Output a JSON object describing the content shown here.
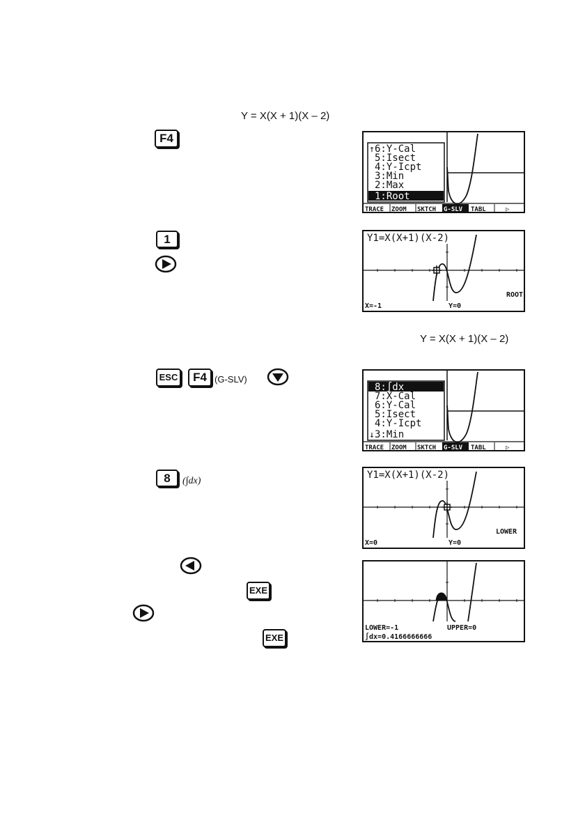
{
  "step1": {
    "equation": "Y = X(X + 1)(X – 2)",
    "key_f4": "F4",
    "key_1": "1",
    "screen_menu": {
      "items": [
        "6:Y-Cal",
        "5:Isect",
        "4:Y-Icpt",
        "3:Min",
        "2:Max",
        "1:Root"
      ],
      "selected": "1:Root",
      "up_arrow": "↑",
      "func_bar": [
        "TRACE",
        "ZOOM",
        "SKTCH",
        "G-SLV",
        "TABL",
        "▷"
      ]
    },
    "screen_root": {
      "formula": "Y1=X(X+1)(X-2)",
      "x_readout": "X=-1",
      "y_readout": "Y=0",
      "mode_label": "ROOT"
    }
  },
  "step2": {
    "equation": "Y = X(X + 1)(X – 2)",
    "key_esc": "ESC",
    "key_f4": "F4",
    "g_slv_note": "(G-SLV)",
    "key_8": "8",
    "integral_note": "(∫dx)",
    "key_exe_1": "EXE",
    "key_exe_2": "EXE",
    "screen_menu": {
      "items": [
        "8:∫dx",
        "7:X-Cal",
        "6:Y-Cal",
        "5:Isect",
        "4:Y-Icpt",
        "3:Min"
      ],
      "selected": "8:∫dx",
      "down_arrow": "↓",
      "func_bar": [
        "TRACE",
        "ZOOM",
        "SKTCH",
        "G-SLV",
        "TABL",
        "▷"
      ]
    },
    "screen_lower": {
      "formula": "Y1=X(X+1)(X-2)",
      "x_readout": "X=0",
      "y_readout": "Y=0",
      "mode_label": "LOWER"
    },
    "screen_result": {
      "lower_readout": "LOWER=-1",
      "upper_readout": "UPPER=0",
      "integral_result": "∫dx=0.4166666666"
    }
  }
}
